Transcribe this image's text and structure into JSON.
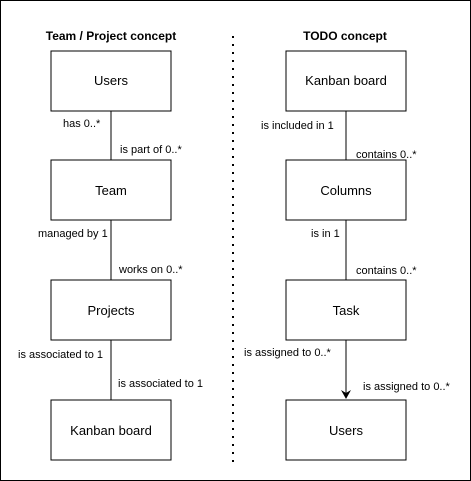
{
  "left_column": {
    "title": "Team / Project concept",
    "boxes": {
      "users": "Users",
      "team": "Team",
      "projects": "Projects",
      "kanban_board": "Kanban board"
    },
    "edges": {
      "users_team": {
        "source_label": "has 0..*",
        "target_label": "is part of 0..*"
      },
      "team_projects": {
        "source_label": "managed by 1",
        "target_label": "works on 0..*"
      },
      "projects_kanban": {
        "source_label": "is associated to 1",
        "target_label": "is associated to 1"
      }
    }
  },
  "right_column": {
    "title": "TODO concept",
    "boxes": {
      "kanban_board": "Kanban board",
      "columns": "Columns",
      "task": "Task",
      "users": "Users"
    },
    "edges": {
      "kanban_columns": {
        "source_label": "is included in 1",
        "target_label": "contains 0..*"
      },
      "columns_task": {
        "source_label": "is in 1",
        "target_label": "contains 0..*"
      },
      "task_users": {
        "source_label": "is assigned to 0..*",
        "target_label": "is assigned to 0..*"
      }
    }
  },
  "colors": {
    "stroke": "#000000",
    "fill": "#ffffff",
    "frame": "#000000"
  }
}
